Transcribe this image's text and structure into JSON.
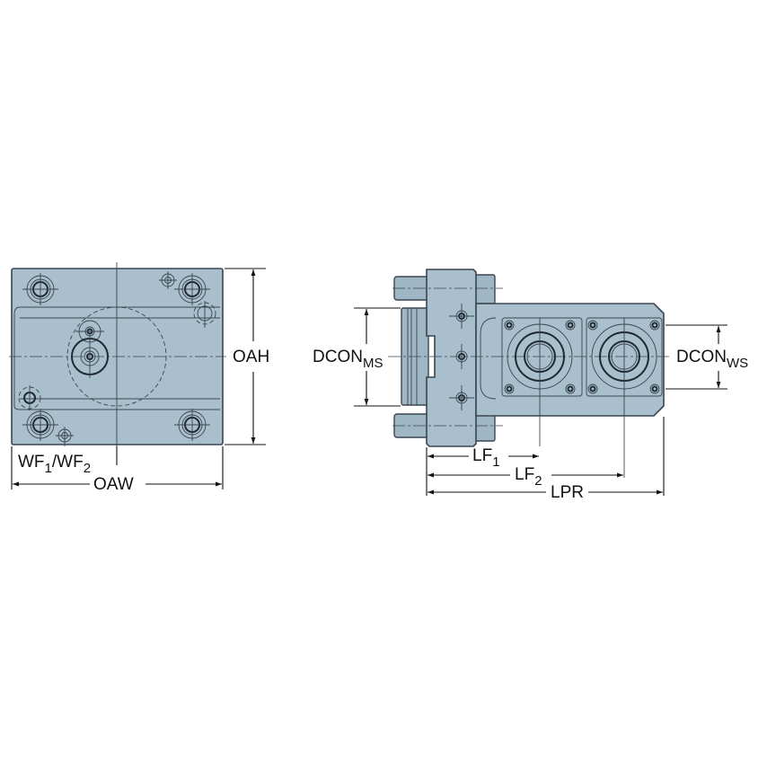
{
  "diagram": {
    "type": "technical-drawing",
    "subject": "Tool holder / clamping unit — front and side view",
    "colors": {
      "part_fill": "#a9bfcd",
      "outline": "#3a4650",
      "dimension_lines": "#111111",
      "background": "#ffffff"
    },
    "front_view": {
      "labels": {
        "oah": "OAH",
        "oaw": "OAW",
        "wf_a": "WF",
        "wf_a_sub": "1",
        "wf_sep": "/WF",
        "wf_b_sub": "2"
      }
    },
    "side_view": {
      "labels": {
        "dcon_ms": "DCON",
        "dcon_ms_sub": "MS",
        "dcon_ws": "DCON",
        "dcon_ws_sub": "WS",
        "lf1": "LF",
        "lf1_sub": "1",
        "lf2": "LF",
        "lf2_sub": "2",
        "lpr": "LPR"
      }
    }
  }
}
